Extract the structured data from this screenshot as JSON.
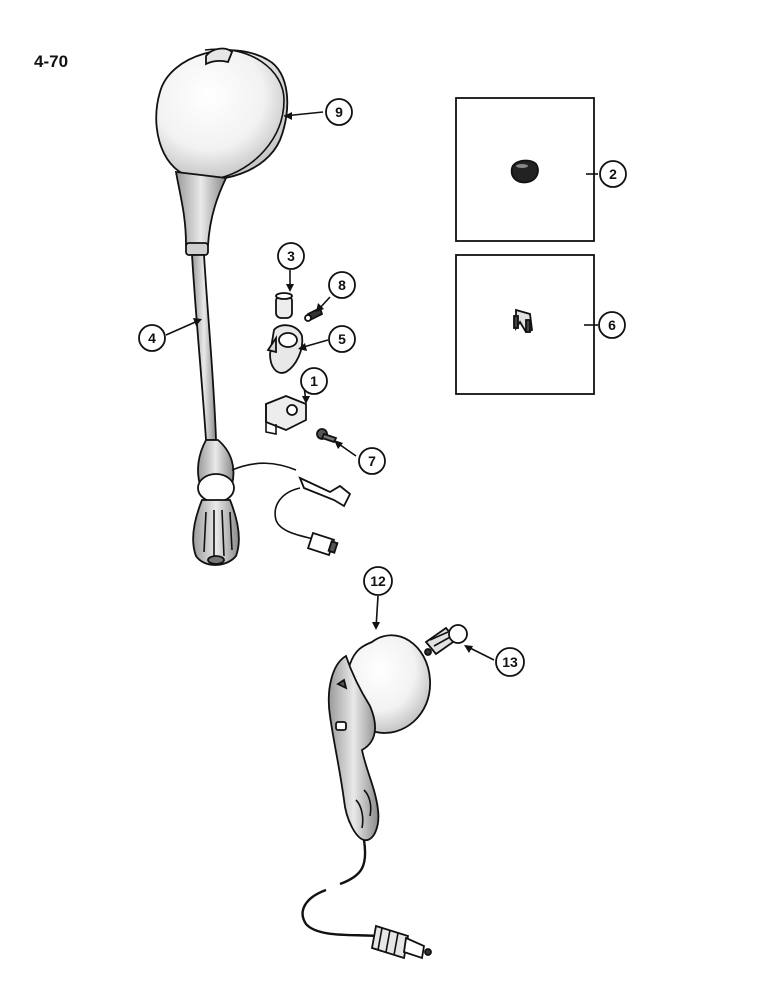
{
  "page_number": "4-70",
  "callouts": [
    {
      "id": "c9",
      "label": "9"
    },
    {
      "id": "c2",
      "label": "2"
    },
    {
      "id": "c3",
      "label": "3"
    },
    {
      "id": "c8",
      "label": "8"
    },
    {
      "id": "c4",
      "label": "4"
    },
    {
      "id": "c5",
      "label": "5"
    },
    {
      "id": "c6",
      "label": "6"
    },
    {
      "id": "c1",
      "label": "1"
    },
    {
      "id": "c7",
      "label": "7"
    },
    {
      "id": "c12",
      "label": "12"
    },
    {
      "id": "c13",
      "label": "13"
    }
  ],
  "colors": {
    "ink": "#111111",
    "paper": "#ffffff",
    "shade": "#cfcfcf"
  }
}
